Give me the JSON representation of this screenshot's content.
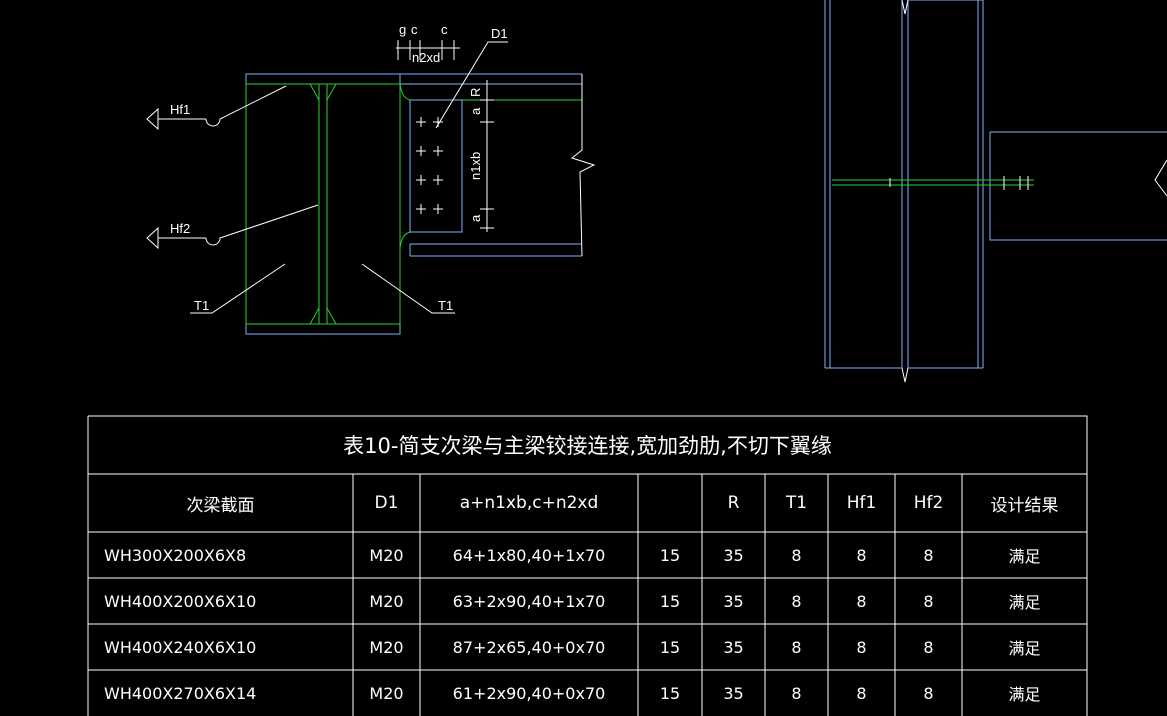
{
  "drawing": {
    "labels": {
      "g": "g",
      "c_left": "c",
      "c_right": "c",
      "n2xd": "n2xd",
      "D1": "D1",
      "Hf1": "Hf1",
      "Hf2": "Hf2",
      "T1_left": "T1",
      "T1_right": "T1",
      "a_top": "a",
      "R": "R",
      "n1xb": "n1xb",
      "a_bottom": "a"
    }
  },
  "table": {
    "title": "表10-简支次梁与主梁铰接连接,宽加劲肋,不切下翼缘",
    "headers": [
      "次梁截面",
      "D1",
      "a+n1xb,c+n2xd",
      "",
      "R",
      "T1",
      "Hf1",
      "Hf2",
      "设计结果"
    ],
    "rows": [
      [
        "WH300X200X6X8",
        "M20",
        "64+1x80,40+1x70",
        "15",
        "35",
        "8",
        "8",
        "8",
        "满足"
      ],
      [
        "WH400X200X6X10",
        "M20",
        "63+2x90,40+1x70",
        "15",
        "35",
        "8",
        "8",
        "8",
        "满足"
      ],
      [
        "WH400X240X6X10",
        "M20",
        "87+2x65,40+0x70",
        "15",
        "35",
        "8",
        "8",
        "8",
        "满足"
      ],
      [
        "WH400X270X6X14",
        "M20",
        "61+2x90,40+0x70",
        "15",
        "35",
        "8",
        "8",
        "8",
        "满足"
      ]
    ]
  }
}
